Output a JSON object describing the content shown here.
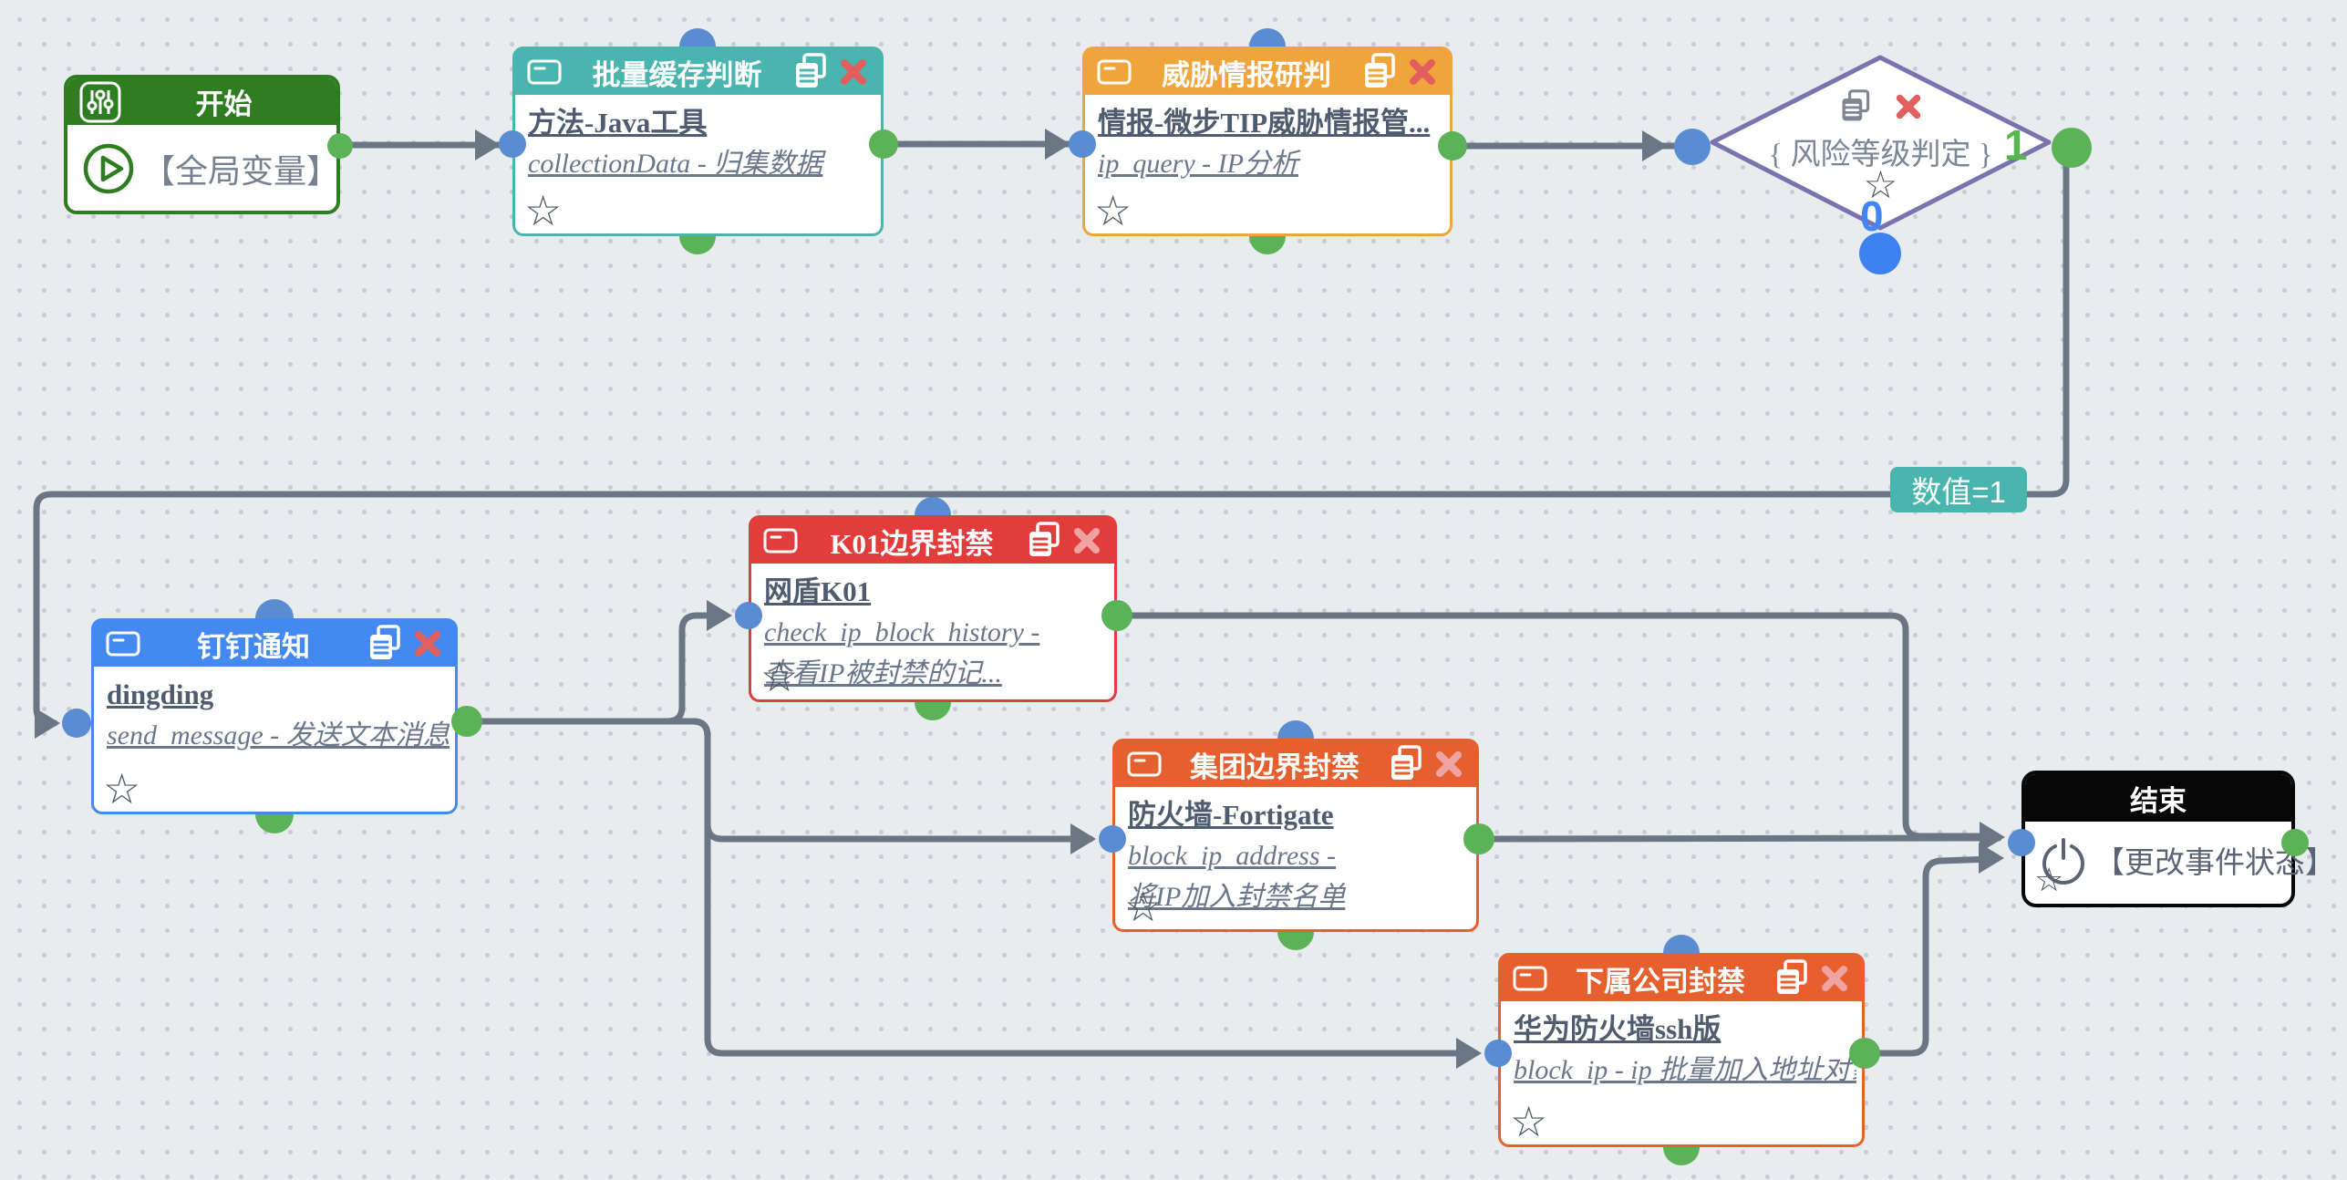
{
  "canvas": {
    "background": "#e9ecef",
    "dot_color": "#c6cbd4",
    "edge_color": "#6b7684"
  },
  "ports": {
    "input_color": "#5a8cd2",
    "output_color": "#5bb257",
    "decision_false_port_color": "#3e82f2"
  },
  "badge": {
    "label": "数值=1",
    "color": "#4ab5af"
  },
  "nodes": [
    {
      "id": "start",
      "kind": "start",
      "title": "开始",
      "body_label": "【全局变量】",
      "color": "#2e7d20",
      "header_icon": "sliders-icon",
      "body_icon": "play-icon"
    },
    {
      "id": "batch-cache-check",
      "kind": "action",
      "title": "批量缓存判断",
      "lines": [
        "方法-Java工具",
        "collectionData - 归集数据"
      ],
      "color": "#4ab5af"
    },
    {
      "id": "threat-intel-analysis",
      "kind": "action",
      "title": "威胁情报研判",
      "lines": [
        "情报-微步TIP威胁情报管...",
        "ip_query - IP分析"
      ],
      "color": "#f0a53c"
    },
    {
      "id": "risk-level-decision",
      "kind": "decision",
      "title": "{ 风险等级判定 }",
      "color": "#7b73ae",
      "branch_true_label": "1",
      "branch_false_label": "0",
      "branch_true_color": "#55b84c",
      "branch_false_color": "#4285f4"
    },
    {
      "id": "dingtalk-notify",
      "kind": "action",
      "title": "钉钉通知",
      "lines": [
        "dingding",
        "send_message - 发送文本消息"
      ],
      "color": "#4389f0"
    },
    {
      "id": "k01-border-block",
      "kind": "action",
      "title": "K01边界封禁",
      "lines": [
        "网盾K01",
        "check_ip_block_history -",
        "查看IP被封禁的记..."
      ],
      "color": "#e33c3c"
    },
    {
      "id": "group-border-block",
      "kind": "action",
      "title": "集团边界封禁",
      "lines": [
        "防火墙-Fortigate",
        "block_ip_address -",
        "将IP加入封禁名单"
      ],
      "color": "#e6602f"
    },
    {
      "id": "subsidiary-block",
      "kind": "action",
      "title": "下属公司封禁",
      "lines": [
        "华为防火墙ssh版",
        "block_ip - ip 批量加入地址对象"
      ],
      "color": "#e6602f"
    },
    {
      "id": "end",
      "kind": "end",
      "title": "结束",
      "body_label": "【更改事件状态】",
      "color": "#070707",
      "body_icon": "power-icon"
    }
  ]
}
